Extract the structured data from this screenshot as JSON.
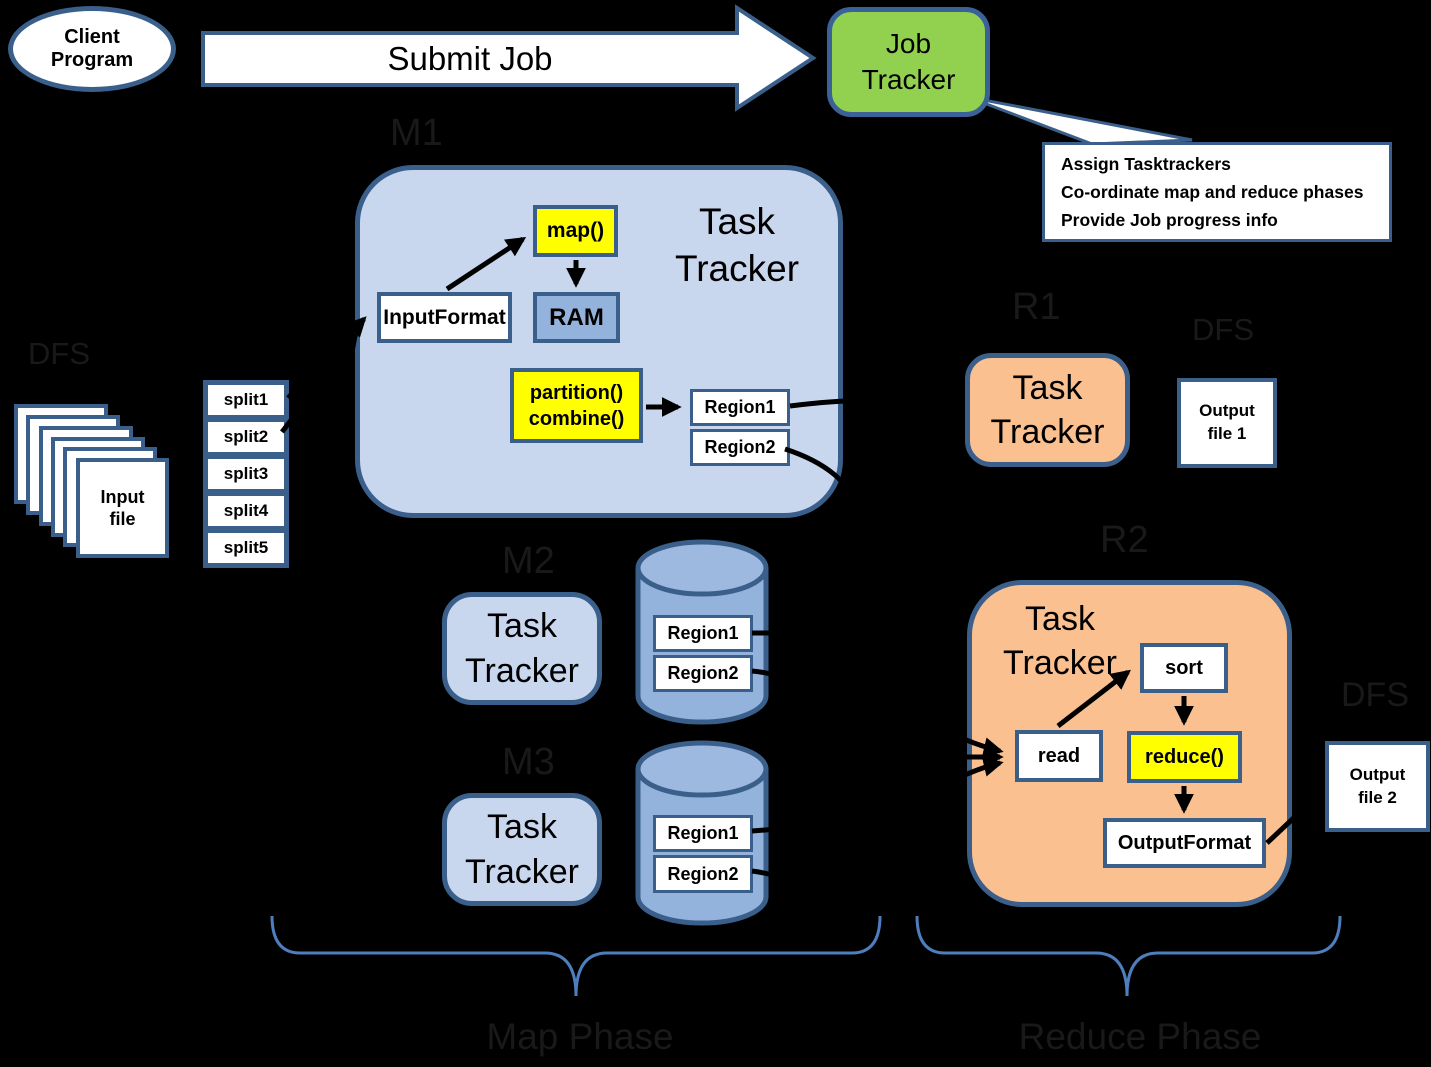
{
  "client": {
    "label": "Client Program"
  },
  "submit_arrow": {
    "label": "Submit Job"
  },
  "job_tracker": {
    "label": "Job Tracker"
  },
  "callout": {
    "lines": [
      "Assign Tasktrackers",
      "Co-ordinate map and reduce phases",
      "Provide Job progress info"
    ]
  },
  "dfs_input": {
    "label": "DFS",
    "input_file": "Input file",
    "splits": [
      "split1",
      "split2",
      "split3",
      "split4",
      "split5"
    ]
  },
  "m1": {
    "label": "M1",
    "title": "Task Tracker",
    "map": "map()",
    "ram": "RAM",
    "input_format": "InputFormat",
    "partition": "partition()",
    "combine": "combine()",
    "regions": [
      "Region1",
      "Region2"
    ]
  },
  "m2": {
    "label": "M2",
    "title": "Task Tracker",
    "regions": [
      "Region1",
      "Region2"
    ]
  },
  "m3": {
    "label": "M3",
    "title": "Task Tracker",
    "regions": [
      "Region1",
      "Region2"
    ]
  },
  "r1": {
    "label": "R1",
    "title": "Task Tracker",
    "dfs": "DFS",
    "output_file": "Output file 1"
  },
  "r2": {
    "label": "R2",
    "title": "Task Tracker",
    "sort": "sort",
    "read": "read",
    "reduce": "reduce()",
    "output_format": "OutputFormat",
    "dfs": "DFS",
    "output_file": "Output file 2"
  },
  "phases": {
    "map": "Map Phase",
    "reduce": "Reduce Phase"
  },
  "colors": {
    "background": "#000000",
    "shape_border": "#3a5f8b",
    "brace_blue": "#4d7ebd",
    "light_blue_fill": "#c9d7ee",
    "mid_blue_fill": "#94b3dc",
    "green_fill": "#92d050",
    "orange_fill": "#fac090",
    "yellow_fill": "#ffff00",
    "dim_label": "#191919"
  }
}
